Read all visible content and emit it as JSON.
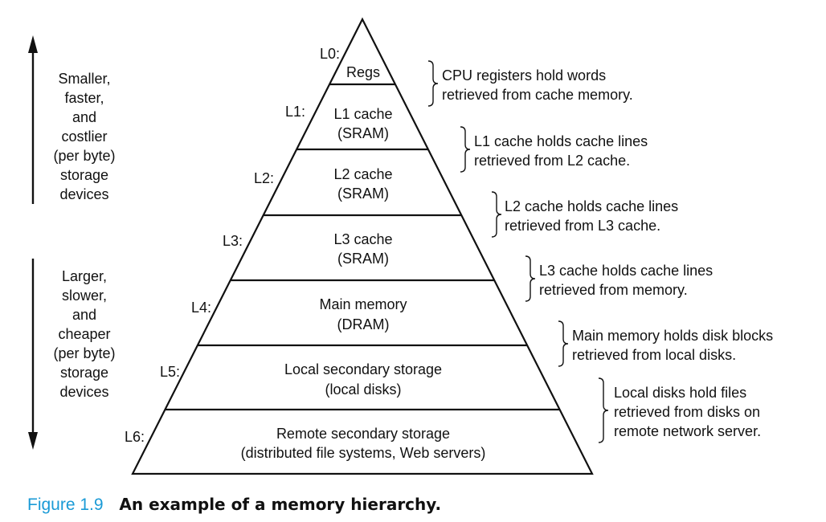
{
  "left_notes": {
    "top": [
      "Smaller,",
      "faster,",
      "and",
      "costlier",
      "(per byte)",
      "storage",
      "devices"
    ],
    "bottom": [
      "Larger,",
      "slower,",
      "and",
      "cheaper",
      "(per byte)",
      "storage",
      "devices"
    ]
  },
  "levels": [
    {
      "label": "L0:",
      "lines": [
        "Regs"
      ],
      "note": [
        "CPU registers hold words",
        "retrieved from cache memory."
      ]
    },
    {
      "label": "L1:",
      "lines": [
        "L1 cache",
        "(SRAM)"
      ],
      "note": [
        "L1 cache holds cache lines",
        "retrieved from L2 cache."
      ]
    },
    {
      "label": "L2:",
      "lines": [
        "L2 cache",
        "(SRAM)"
      ],
      "note": [
        "L2 cache holds cache lines",
        "retrieved from L3 cache."
      ]
    },
    {
      "label": "L3:",
      "lines": [
        "L3 cache",
        "(SRAM)"
      ],
      "note": [
        "L3 cache holds cache lines",
        "retrieved from memory."
      ]
    },
    {
      "label": "L4:",
      "lines": [
        "Main memory",
        "(DRAM)"
      ],
      "note": [
        "Main memory holds disk blocks",
        "retrieved from local disks."
      ]
    },
    {
      "label": "L5:",
      "lines": [
        "Local secondary storage",
        "(local disks)"
      ],
      "note": [
        "Local disks hold files",
        "retrieved from disks on",
        "remote network server."
      ]
    },
    {
      "label": "L6:",
      "lines": [
        "Remote secondary storage",
        "(distributed file systems, Web servers)"
      ],
      "note": []
    }
  ],
  "caption": {
    "number": "Figure 1.9",
    "text": "An example of a memory hierarchy."
  },
  "colors": {
    "caption_number": "#1a9ad6",
    "line": "#111111"
  }
}
